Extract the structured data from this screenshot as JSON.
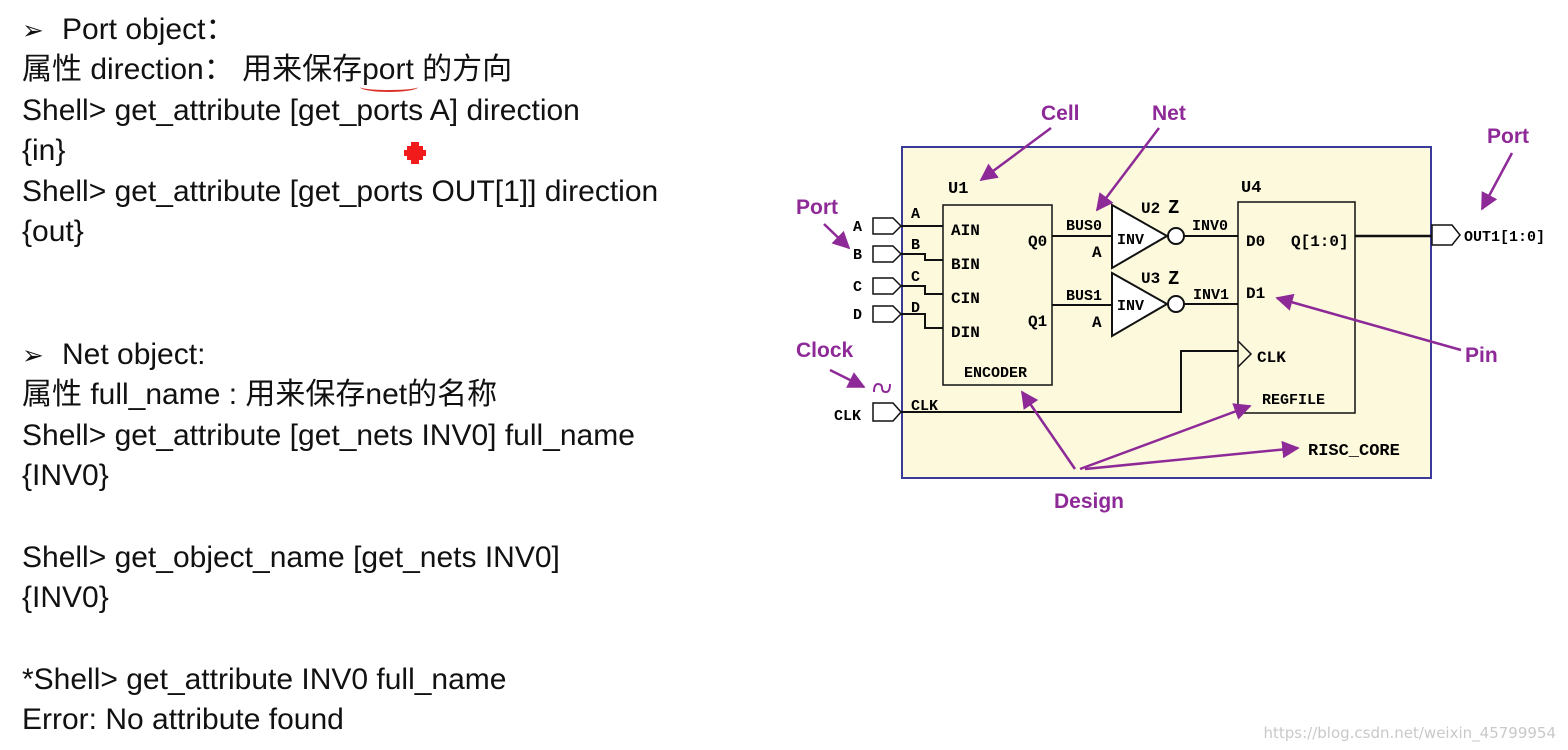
{
  "text": {
    "port_heading": "Port object：",
    "port_prop_prefix": "属性 direction： 用来保存",
    "port_prop_keyword": "port",
    "port_prop_suffix": " 的方向",
    "cmd1": "Shell> get_attribute [get_ports A] direction",
    "res1": "{in}",
    "cmd2": "Shell> get_attribute [get_ports OUT[1]] direction",
    "res2": "{out}",
    "net_heading": "Net object:",
    "net_prop": "属性 full_name : 用来保存net的名称",
    "cmd3": "Shell> get_attribute [get_nets  INV0] full_name",
    "res3": " {INV0}",
    "cmd4": "Shell> get_object_name [get_nets INV0]",
    "res4": "{INV0}",
    "cmd5": "*Shell> get_attribute INV0 full_name",
    "res5": "Error: No attribute found"
  },
  "bullet_symbol": "➢",
  "watermark": "https://blog.csdn.net/weixin_45799954",
  "diagram": {
    "callouts": {
      "cell": "Cell",
      "net": "Net",
      "port_right": "Port",
      "port_left": "Port",
      "clock": "Clock",
      "pin": "Pin",
      "design": "Design"
    },
    "input_ports": [
      "A",
      "B",
      "C",
      "D"
    ],
    "clk_port": "CLK",
    "clk_net": "CLK",
    "output_port": "OUT1[1:0]",
    "u1": {
      "name": "U1",
      "pins": [
        "AIN",
        "BIN",
        "CIN",
        "DIN"
      ],
      "out_pins": [
        "Q0",
        "Q1"
      ],
      "title": "ENCODER"
    },
    "u2": {
      "name": "U2",
      "z": "Z",
      "label": "INV",
      "a": "A"
    },
    "u3": {
      "name": "U3",
      "z": "Z",
      "label": "INV",
      "a": "A"
    },
    "u4": {
      "name": "U4",
      "pins": [
        "D0",
        "D1"
      ],
      "out_pin": "Q[1:0]",
      "clk": "CLK",
      "title": "REGFILE"
    },
    "nets": {
      "bus0": "BUS0",
      "bus1": "BUS1",
      "inv0": "INV0",
      "inv1": "INV1"
    },
    "design_name": "RISC_CORE",
    "colors": {
      "background": "#fcf9dd",
      "frame": "#3a3a9a",
      "callout": "#8e2a97",
      "wire": "#111111"
    }
  }
}
